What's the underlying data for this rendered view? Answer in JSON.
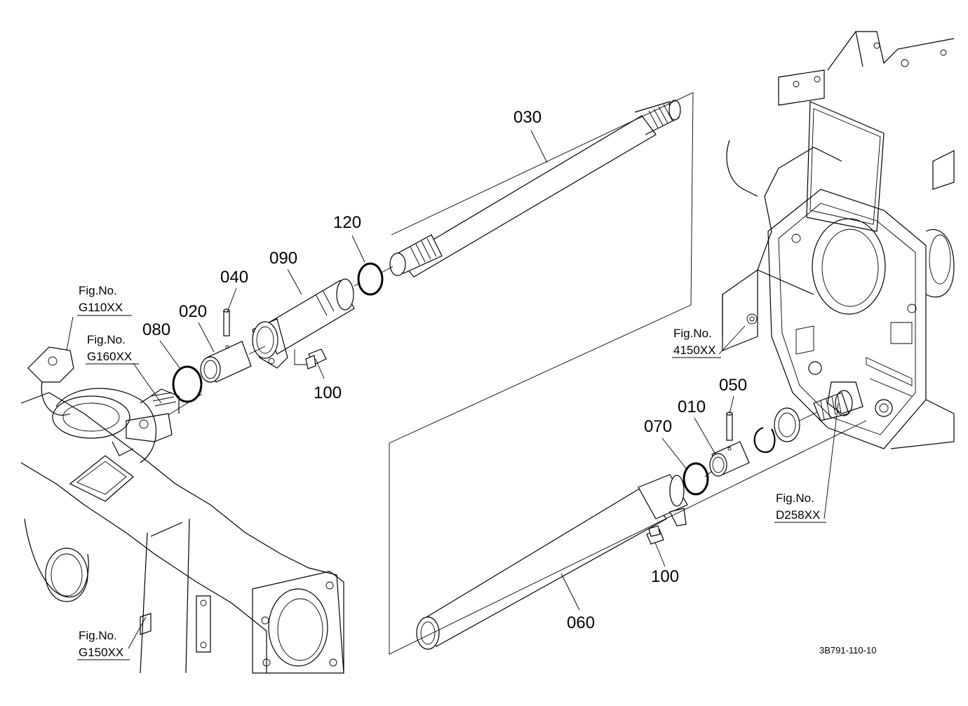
{
  "diagram": {
    "document_code": "3B791-110-10",
    "part_labels": {
      "p030": "030",
      "p120": "120",
      "p090": "090",
      "p040": "040",
      "p020": "020",
      "p080": "080",
      "p100_top": "100",
      "p050": "050",
      "p010": "010",
      "p070": "070",
      "p100_bottom": "100",
      "p060": "060"
    },
    "figure_refs": {
      "g110": {
        "label": "Fig.No.",
        "code": "G110XX"
      },
      "g160": {
        "label": "Fig.No.",
        "code": "G160XX"
      },
      "g150": {
        "label": "Fig.No.",
        "code": "G150XX"
      },
      "f4150": {
        "label": "Fig.No.",
        "code": "4150XX"
      },
      "d258": {
        "label": "Fig.No.",
        "code": "D258XX"
      }
    }
  }
}
